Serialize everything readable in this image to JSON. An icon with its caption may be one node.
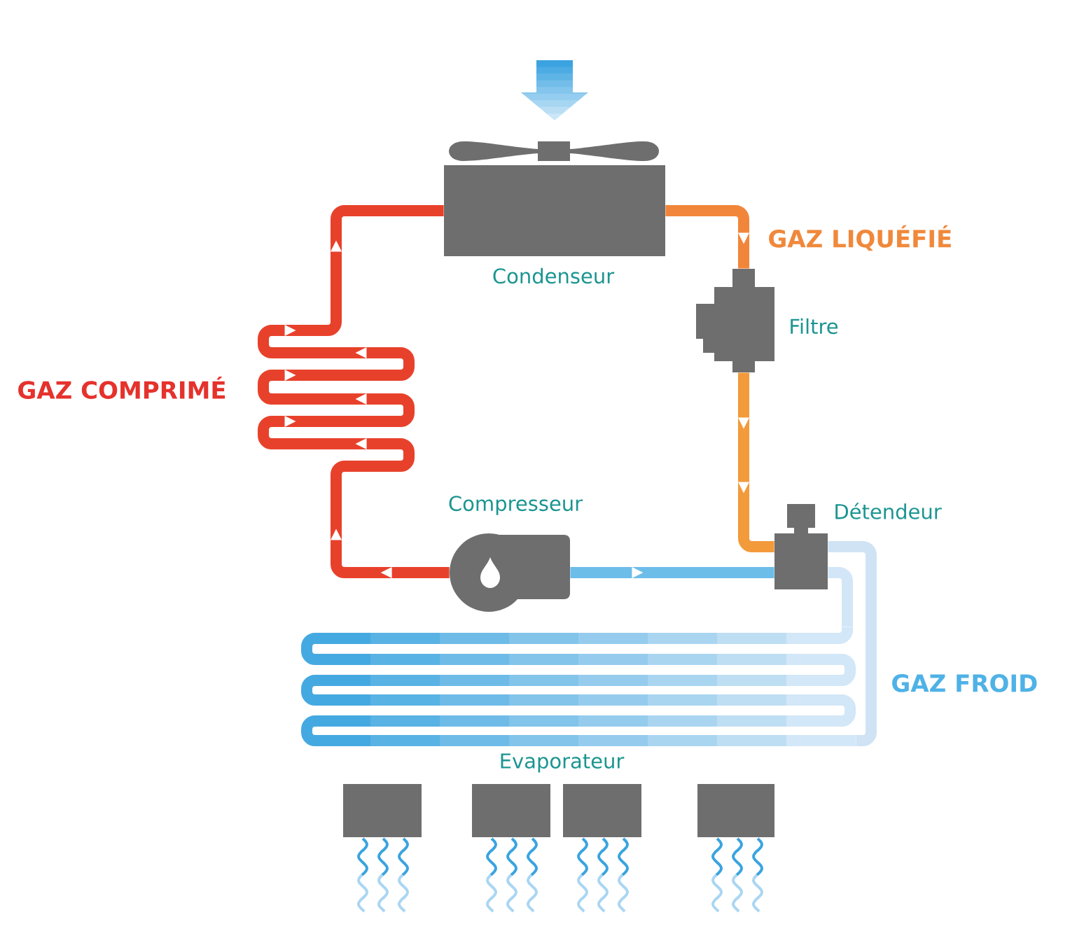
{
  "diagram": {
    "nodes": [
      {
        "text": [
          "Condenseur"
        ]
      },
      {
        "text": [
          "Filtre"
        ]
      },
      {
        "text": [
          "Compresseur"
        ]
      },
      {
        "text": [
          "Détendeur"
        ]
      },
      {
        "text": [
          "Evaporateur"
        ]
      },
      {
        "text": [],
        "shape": "box"
      },
      {
        "text": [],
        "shape": "box"
      },
      {
        "text": [],
        "shape": "box"
      },
      {
        "text": [],
        "shape": "box"
      }
    ],
    "edges": [
      {
        "from": 2,
        "to": 0,
        "arrow": "to",
        "color": "#e8412b"
      },
      {
        "from": 0,
        "to": 1,
        "arrow": "to",
        "color": "#f1863a"
      },
      {
        "from": 1,
        "to": 3,
        "arrow": "to",
        "color": "#f39a3b"
      },
      {
        "from": 3,
        "to": 4,
        "arrow": "none",
        "color": "#cfe3f5"
      },
      {
        "from": 2,
        "to": 3,
        "arrow": "to",
        "color": "#6dbde9"
      },
      {
        "from": 3,
        "to": 4,
        "arrow": "none",
        "color": "#d3e6f7"
      }
    ],
    "labels": [
      "GAZ LIQUÉFIÉ",
      "GAZ COMPRIMÉ",
      "GAZ FROID"
    ]
  }
}
